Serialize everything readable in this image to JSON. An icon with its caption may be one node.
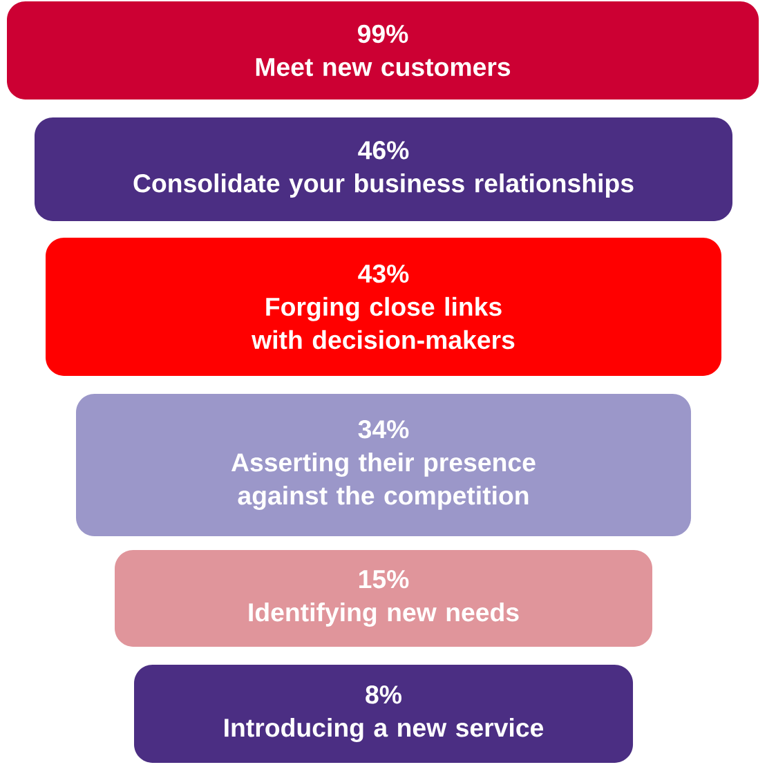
{
  "diagram": {
    "nodes": [
      {
        "text": [
          "99%",
          "Meet new customers"
        ]
      },
      {
        "text": [
          "46%",
          "Consolidate your business relationships"
        ]
      },
      {
        "text": [
          "43%",
          "Forging close links with decision-makers"
        ]
      },
      {
        "text": [
          "34%",
          "Asserting their presence against the competition"
        ]
      },
      {
        "text": [
          "15%",
          "Identifying new needs"
        ]
      },
      {
        "text": [
          "8%",
          "Introducing a new service"
        ]
      }
    ]
  }
}
